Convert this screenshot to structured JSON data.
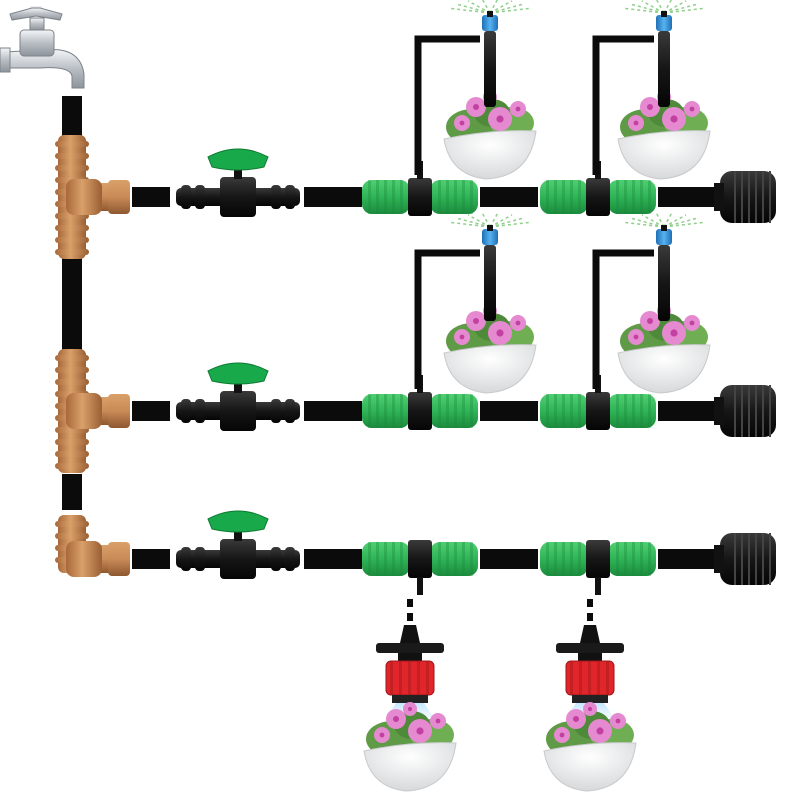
{
  "diagram": {
    "description_visible_text": "",
    "colors": {
      "tube": "#0b0b0b",
      "tee_fitting": "#c98b57",
      "tee_shade": "#9c6236",
      "valve_body": "#1a1a1a",
      "valve_handle": "#17a94a",
      "connector": "#2fb457",
      "connector_dark": "#1b8a3c",
      "end_cap": "#151515",
      "nozzle_blue": "#2f8fd8",
      "spray_green": "#8fd08a",
      "dripper_red": "#e0262a",
      "pot": "#ffffff",
      "flower": "#e58ad0",
      "leaf": "#5f9b46",
      "faucet": "#c9cdd2"
    },
    "rows": [
      {
        "name": "row-1",
        "components": [
          "tee-fitting",
          "shutoff-valve",
          "tee-connector",
          "tee-connector",
          "end-plug"
        ],
        "emitters": [
          "adjustable-sprinkler",
          "adjustable-sprinkler"
        ]
      },
      {
        "name": "row-2",
        "components": [
          "tee-fitting",
          "shutoff-valve",
          "tee-connector",
          "tee-connector",
          "end-plug"
        ],
        "emitters": [
          "adjustable-sprinkler",
          "adjustable-sprinkler"
        ]
      },
      {
        "name": "row-3",
        "components": [
          "elbow-fitting",
          "shutoff-valve",
          "tee-connector",
          "tee-connector",
          "end-plug"
        ],
        "emitters": [
          "red-mist-dripper",
          "red-mist-dripper"
        ]
      }
    ],
    "source_icon": "water-faucet-icon"
  }
}
